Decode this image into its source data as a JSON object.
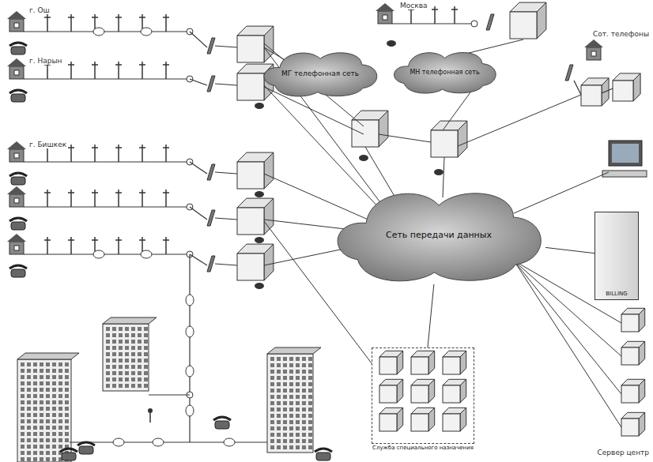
{
  "diagram": {
    "nodes": [
      {
        "text": [
          "МГ телефонная сеть"
        ]
      },
      {
        "text": [
          "МН телефонная сеть"
        ]
      },
      {
        "text": [
          "Сеть передачи данных"
        ]
      },
      {
        "text": [
          "BILLING"
        ]
      },
      {
        "text": [
          "Служба специального назначения"
        ]
      }
    ],
    "edges": [
      {
        "from": 2,
        "to": 3,
        "arrow": "none"
      },
      {
        "from": 2,
        "to": 4,
        "arrow": "none"
      }
    ],
    "labels": [
      "г. Ош",
      "г. Нарын",
      "г. Бишкек",
      "Москва",
      "Сот. телефоны",
      "Сервер центр"
    ]
  }
}
